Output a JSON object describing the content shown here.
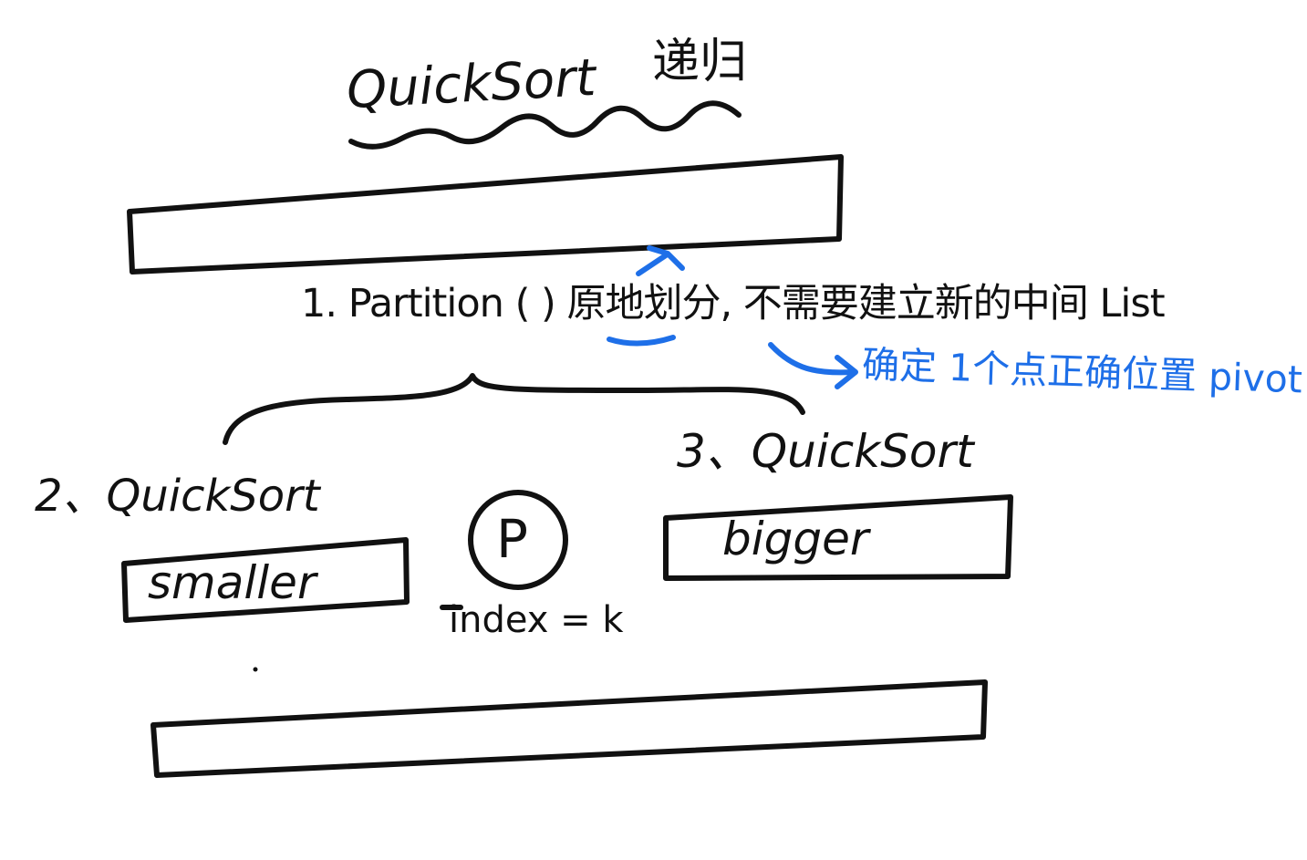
{
  "title": {
    "text": "QuickSort",
    "note": "递归"
  },
  "step1": {
    "text": "1. Partition ( ) 原地划分, 不需要建立新的中间 List"
  },
  "annotation": {
    "text": "确定 1个点正确位置 pivot",
    "color": "#1e6fe8"
  },
  "step2": {
    "text": "2、QuickSort",
    "box_label": "smaller"
  },
  "step3": {
    "text": "3、QuickSort",
    "box_label": "bigger"
  },
  "pivot": {
    "symbol": "P",
    "index_text": "index = k"
  },
  "colors": {
    "ink": "#111111",
    "accent": "#1e6fe8"
  }
}
